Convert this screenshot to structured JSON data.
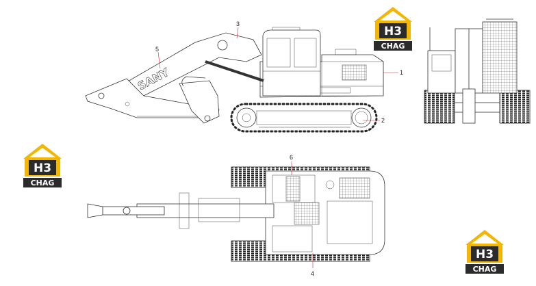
{
  "colors": {
    "logo_yellow": "#f2b705",
    "logo_dark": "#2b2b2b",
    "callout_red": "#d7263d",
    "line": "#333333"
  },
  "logo": {
    "mark": "H3",
    "subtitle": "CHAG"
  },
  "side_view": {
    "boom_brand": "SANY",
    "callouts": [
      "1",
      "2",
      "3",
      "5"
    ]
  },
  "top_view": {
    "callouts": [
      "4",
      "6"
    ]
  }
}
